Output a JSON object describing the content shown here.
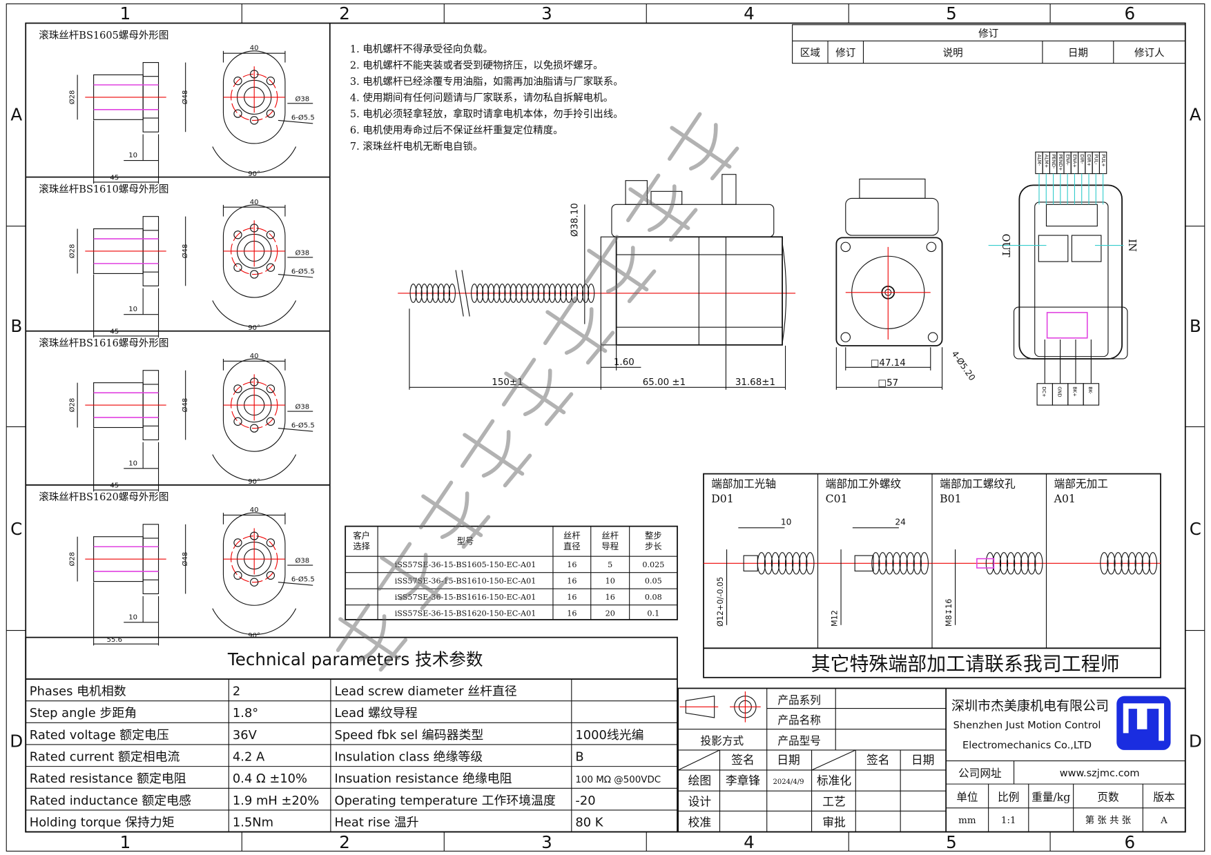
{
  "border": {
    "columns": [
      "1",
      "2",
      "3",
      "4",
      "5",
      "6"
    ],
    "rows": [
      "A",
      "B",
      "C",
      "D"
    ]
  },
  "nuts": [
    {
      "title": "滚珠丝杆BS1605螺母外形图",
      "w40": "40",
      "d28": "Ø28",
      "d48": "Ø48",
      "d38": "Ø38",
      "holes": "6-Ø5.5",
      "angle": "90°",
      "flange": "10",
      "length": "45"
    },
    {
      "title": "滚珠丝杆BS1610螺母外形图",
      "w40": "40",
      "d28": "Ø28",
      "d48": "Ø48",
      "d38": "Ø38",
      "holes": "6-Ø5.5",
      "angle": "90°",
      "flange": "10",
      "length": "45"
    },
    {
      "title": "滚珠丝杆BS1616螺母外形图",
      "w40": "40",
      "d28": "Ø28",
      "d48": "Ø48",
      "d38": "Ø38",
      "holes": "6-Ø5.5",
      "angle": "90°",
      "flange": "10",
      "length": "45"
    },
    {
      "title": "滚珠丝杆BS1620螺母外形图",
      "w40": "40",
      "d28": "Ø28",
      "d48": "Ø48",
      "d38": "Ø38",
      "holes": "6-Ø5.5",
      "angle": "90°",
      "flange": "10",
      "length": "55.6"
    }
  ],
  "notes": [
    "1.  电机螺杆不得承受径向负载。",
    "2.  电机螺杆不能夹装或者受到硬物挤压，以免损坏螺牙。",
    "3.  电机螺杆已经涂覆专用油脂，如需再加油脂请与厂家联系。",
    "4.  使用期间有任何问题请与厂家联系，请勿私自拆解电机。",
    "5.  电机必须轻拿轻放，拿取时请拿电机本体，勿手拎引出线。",
    "6.  电机使用寿命过后不保证丝杆重复定位精度。",
    "7.  滚珠丝杆电机无断电自锁。"
  ],
  "revision": {
    "title": "修订",
    "headers": [
      "区域",
      "修订",
      "说明",
      "日期",
      "修订人"
    ]
  },
  "motor_dims": {
    "shaft_dia": "Ø38.10",
    "gap": "1.60",
    "screw_len": "150±1",
    "body_len": "65.00 ±1",
    "rear_len": "31.68±1",
    "pilot": "□47.14",
    "flange": "□57",
    "mount_holes": "4-Ø5.20"
  },
  "connector": {
    "signals": [
      "ALM-",
      "ALM+",
      "PEND-",
      "PEND+",
      "ENA-",
      "ENA+",
      "DIR-",
      "DIR+",
      "PUL-",
      "PUL+"
    ],
    "power": [
      "DC+",
      "GND",
      "BK+",
      "BK-"
    ],
    "out_label": "OUT",
    "in_label": "IN"
  },
  "model_table": {
    "headers": [
      "客户\n选择",
      "型号",
      "丝杆\n直径",
      "丝杆\n导程",
      "整步\n步长"
    ],
    "rows": [
      [
        "",
        "iSS57SE-36-15-BS1605-150-EC-A01",
        "16",
        "5",
        "0.025"
      ],
      [
        "",
        "iSS57SE-36-15-BS1610-150-EC-A01",
        "16",
        "10",
        "0.05"
      ],
      [
        "",
        "iSS57SE-36-15-BS1616-150-EC-A01",
        "16",
        "16",
        "0.08"
      ],
      [
        "",
        "iSS57SE-36-15-BS1620-150-EC-A01",
        "16",
        "20",
        "0.1"
      ]
    ]
  },
  "end_options": {
    "panels": [
      {
        "title": "端部加工光轴",
        "code": "D01",
        "dim": "10",
        "dia": "Ø12+0/-0.05"
      },
      {
        "title": "端部加工外螺纹",
        "code": "C01",
        "dim": "24",
        "dia": "M12"
      },
      {
        "title": "端部加工螺纹孔",
        "code": "B01",
        "dim": "",
        "dia": "M8↧16"
      },
      {
        "title": "端部无加工",
        "code": "A01",
        "dim": "",
        "dia": ""
      }
    ],
    "footer": "其它特殊端部加工请联系我司工程师"
  },
  "tech": {
    "title": "Technical parameters 技术参数",
    "rows": [
      [
        "Phases 电机相数",
        "2",
        "Lead screw diameter 丝杆直径",
        ""
      ],
      [
        "Step angle 步距角",
        "1.8°",
        "Lead 螺纹导程",
        ""
      ],
      [
        "Rated voltage 额定电压",
        "36V",
        "Speed fbk sel  编码器类型",
        "1000线光编"
      ],
      [
        "Rated current 额定相电流",
        "4.2 A",
        "Insulation class 绝缘等级",
        "B"
      ],
      [
        "Rated resistance 额定电阻",
        "0.4 Ω  ±10%",
        "Insuation resistance 绝缘电阻",
        "100 MΩ @500VDC"
      ],
      [
        "Rated inductance 额定电感",
        "1.9 mH ±20%",
        "Operating temperature 工作环境温度",
        "-20"
      ],
      [
        "Holding torque 保持力矩",
        "1.5Nm",
        "Heat rise 温升",
        "80 K"
      ]
    ]
  },
  "title_block": {
    "product_series": "产品系列",
    "product_name": "产品名称",
    "product_model": "产品型号",
    "projection": "投影方式",
    "sign": "签名",
    "date": "日期",
    "draw": "绘图",
    "drawer": "李章锋",
    "draw_date": "2024/4/9",
    "design": "设计",
    "check": "校准",
    "standard": "标准化",
    "process": "工艺",
    "approve": "审批",
    "company_cn": "深圳市杰美康机电有限公司",
    "company_en1": "Shenzhen Just Motion Control",
    "company_en2": "Electromechanics Co.,LTD",
    "website_label": "公司网址",
    "website": "www.szjmc.com",
    "headers": [
      "单位",
      "比例",
      "重量/kg",
      "页数",
      "版本"
    ],
    "values": [
      "mm",
      "1:1",
      "",
      "第 张 共 张",
      "A"
    ],
    "logo_color": "#1a2de0"
  },
  "watermark": "杰美康机电有限公司"
}
